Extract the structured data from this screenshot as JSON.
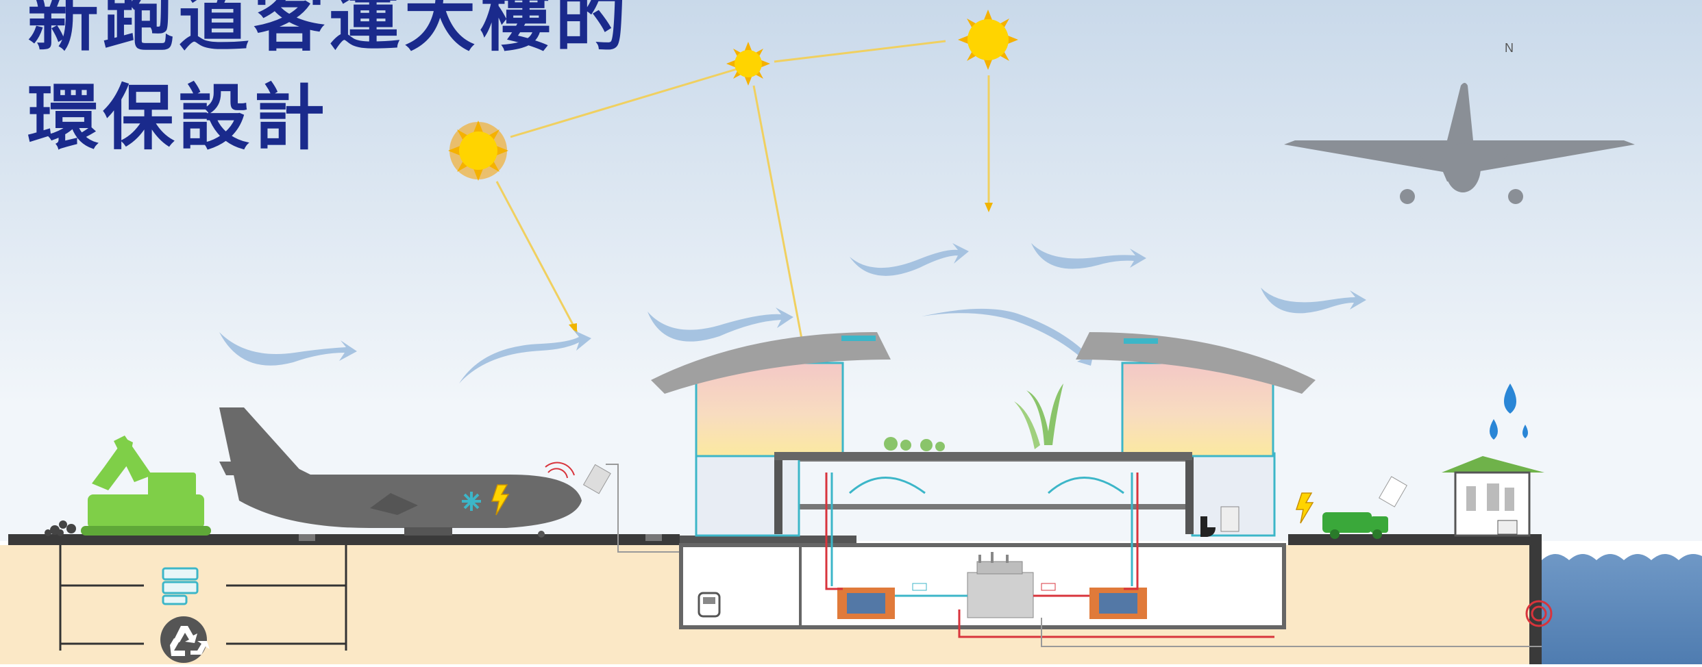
{
  "title": {
    "line1": "新跑道客運大樓的",
    "line2": "環保設計"
  },
  "compass": {
    "label": "N"
  },
  "colors": {
    "title": "#1a2a8c",
    "sky_top": "#c9d9ea",
    "sky_bottom": "#f2f6fa",
    "ground": "#fbe8c6",
    "sea": "#5a86b9",
    "aircraft": "#8a8f96",
    "aircraft_dark": "#6a6a6a",
    "excavator": "#7fcf48",
    "sun": "#ffd400",
    "sun_ray": "#f0b400",
    "ray_line": "#f0d060",
    "wind": "#9fbede",
    "roof_pink": "#f3c8c6",
    "roof_yellow": "#fbe9a0",
    "roof_grey": "#a0a0a0",
    "pipe_red": "#d8343c",
    "pipe_cyan": "#3cb6c8",
    "truck": "#3aa83a",
    "water_drop": "#2a86d6",
    "green_roof": "#6fb24a"
  },
  "icons": [
    "sun-icon",
    "airplane-icon",
    "cargo-aircraft-icon",
    "excavator-icon",
    "recycle-icon",
    "waste-sorting-icon",
    "snowflake-icon",
    "lightning-icon",
    "garbage-truck-icon",
    "water-drop-icon",
    "wind-arrow-icon",
    "tree-icon",
    "sensor-signal-icon",
    "toilet-icon",
    "chiller-plant-icon",
    "heat-exchanger-icon"
  ]
}
